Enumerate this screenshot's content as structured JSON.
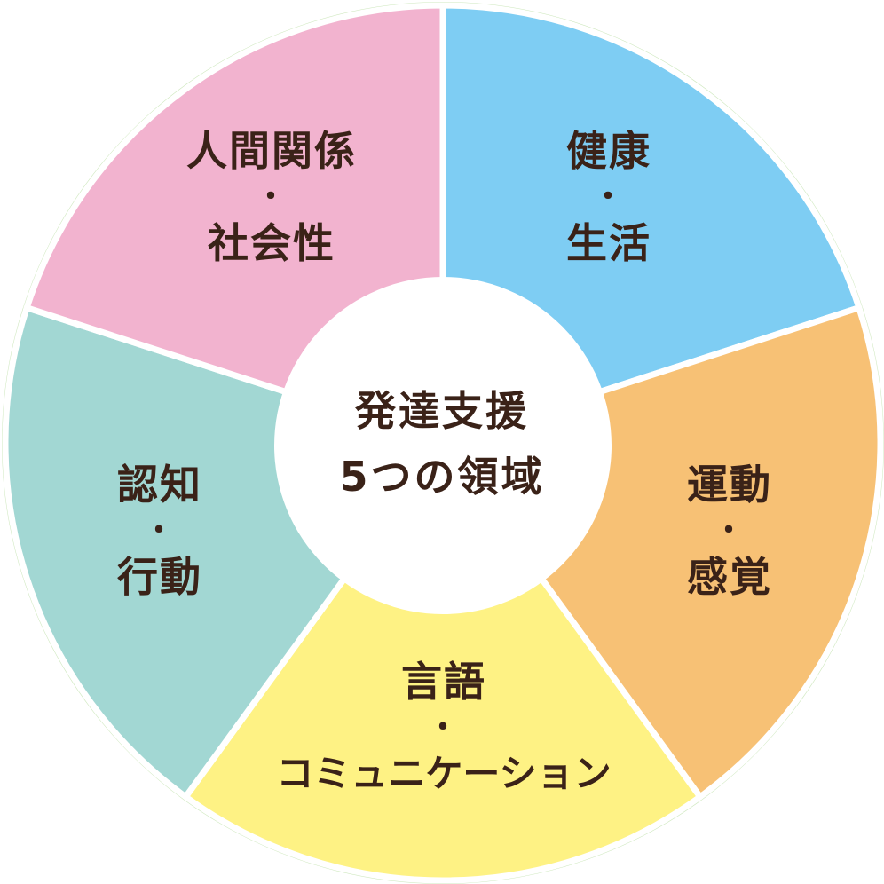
{
  "title": {
    "line1": "発達支援",
    "line2": "5つの領域"
  },
  "segments": [
    {
      "id": "health",
      "line1": "健康",
      "separator": "・",
      "line2": "生活",
      "color": "#7ECDF3"
    },
    {
      "id": "motor",
      "line1": "運動",
      "separator": "・",
      "line2": "感覚",
      "color": "#F7C175"
    },
    {
      "id": "language",
      "line1": "言語",
      "separator": "・",
      "line2": "コミュニケーション",
      "color": "#FEF284"
    },
    {
      "id": "cognition",
      "line1": "認知",
      "separator": "・",
      "line2": "行動",
      "color": "#A2D7D3"
    },
    {
      "id": "social",
      "line1": "人間関係",
      "separator": "・",
      "line2": "社会性",
      "color": "#F2B3CF"
    }
  ],
  "colors": {
    "text": "#3A2218",
    "center_fill": "#FFFFFF",
    "outer_ring": "#C8E6B8",
    "divider": "#FFFFFF"
  }
}
